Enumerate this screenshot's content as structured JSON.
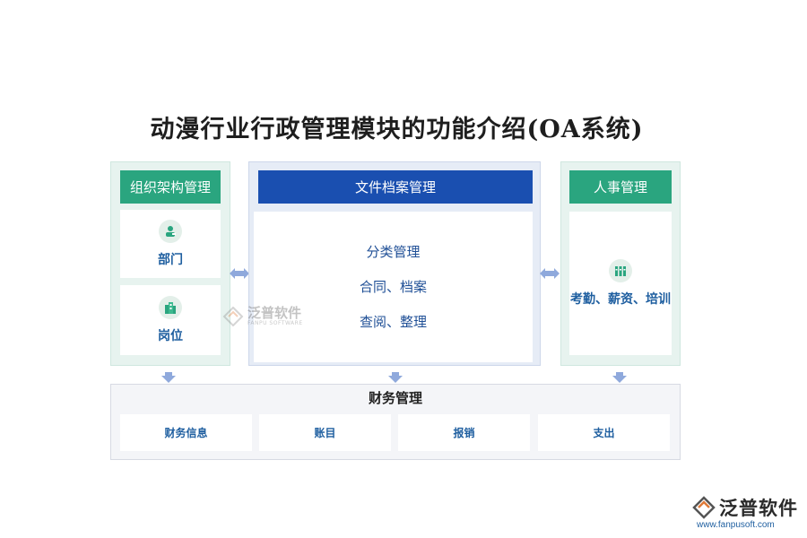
{
  "title": "动漫行业行政管理模块的功能介绍(OA系统)",
  "org": {
    "header": "组织架构管理",
    "items": [
      {
        "label": "部门",
        "icon": "department-person-icon"
      },
      {
        "label": "岗位",
        "icon": "building-icon"
      }
    ]
  },
  "files": {
    "header": "文件档案管理",
    "items": [
      "分类管理",
      "合同、档案",
      "查阅、整理"
    ]
  },
  "hr": {
    "header": "人事管理",
    "item": {
      "label": "考勤、薪资、培训",
      "icon": "binder-icon"
    }
  },
  "finance": {
    "header": "财务管理",
    "items": [
      "财务信息",
      "账目",
      "报销",
      "支出"
    ]
  },
  "watermark": {
    "name": "泛普软件",
    "sub": "FANPU SOFTWARE"
  },
  "logo": {
    "name": "泛普软件",
    "url": "www.fanpusoft.com"
  },
  "colors": {
    "green": "#2aa57f",
    "blue": "#1a4fb0",
    "arrow": "#8fa9dc",
    "label": "#1f5fa0"
  }
}
